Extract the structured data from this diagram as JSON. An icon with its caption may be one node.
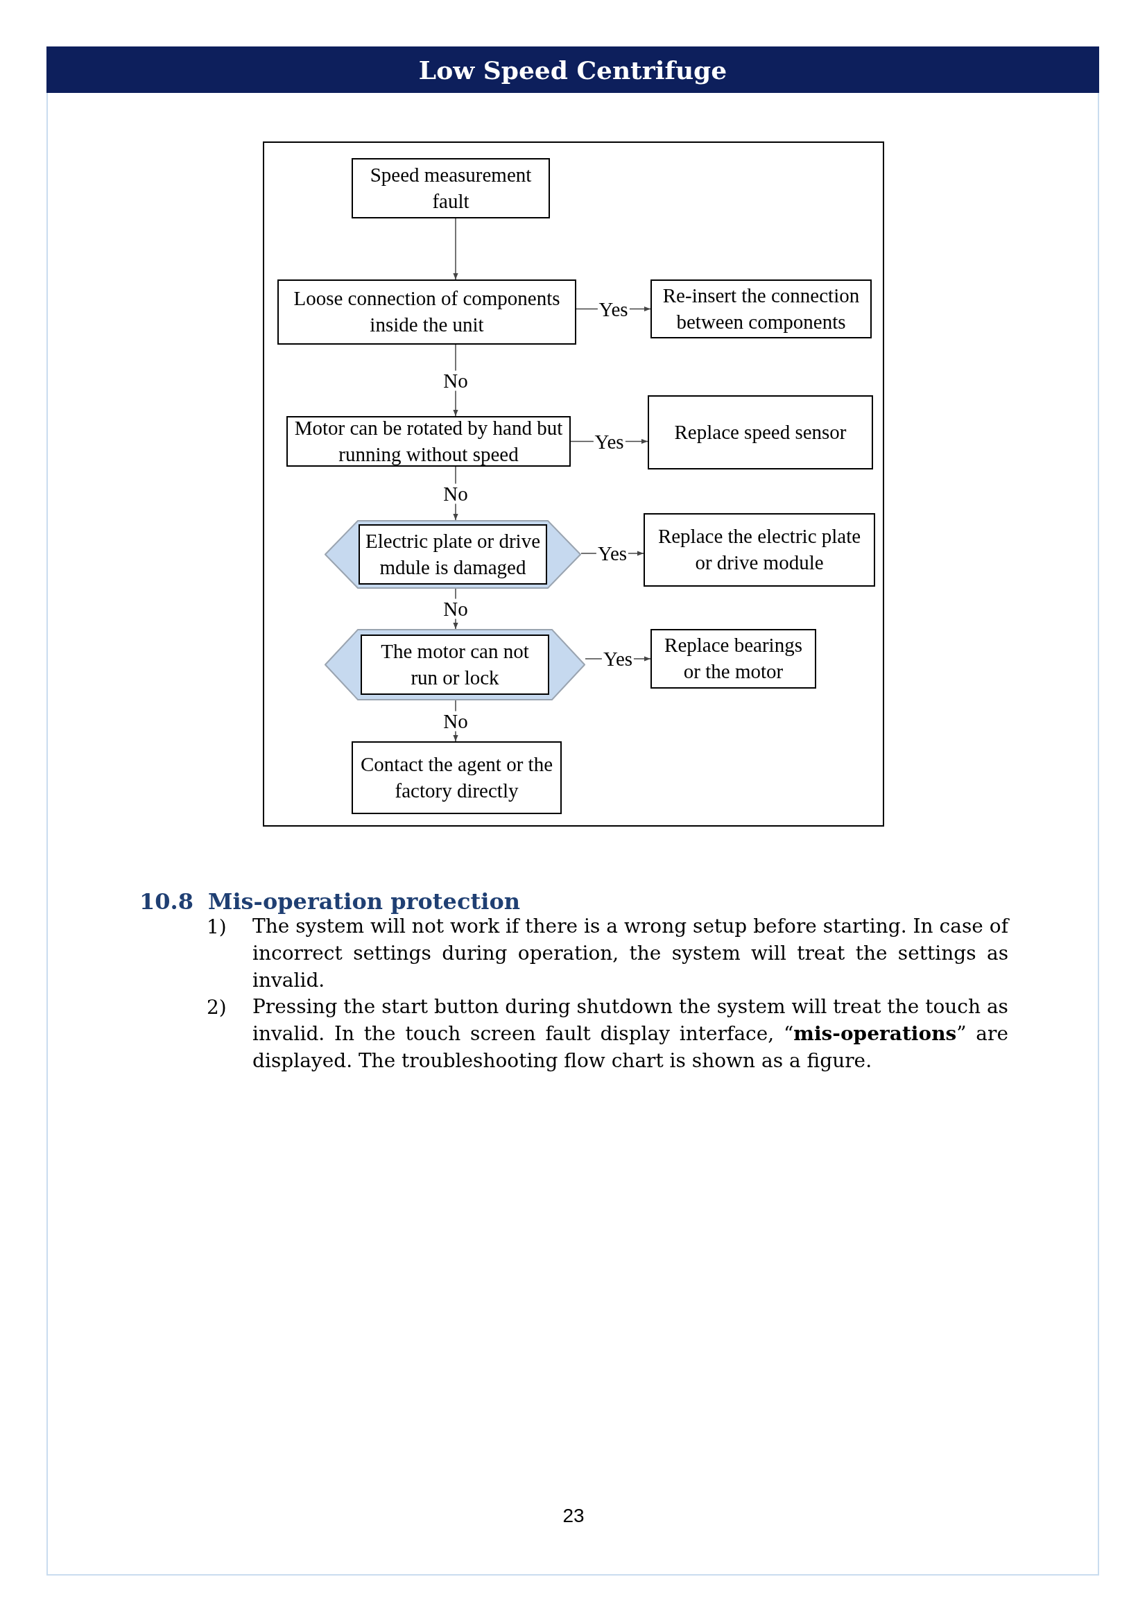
{
  "diagram": {
    "title": "Low Speed Centrifuge",
    "nodes": [
      {
        "text": [
          "Speed measurement fault"
        ]
      },
      {
        "text": [
          "Loose connection of components inside the unit"
        ]
      },
      {
        "text": [
          "Re-insert the connection between components"
        ]
      },
      {
        "text": [
          "Motor can be rotated by hand but running without speed"
        ]
      },
      {
        "text": [
          "Replace speed sensor"
        ]
      },
      {
        "text": [
          "Electric plate or drive mdule is damaged"
        ]
      },
      {
        "text": [
          "Replace the electric plate or drive module"
        ]
      },
      {
        "text": [
          "The motor can not run or lock"
        ]
      },
      {
        "text": [
          "Replace bearings or the motor"
        ]
      },
      {
        "text": [
          "Contact the agent or the factory directly"
        ]
      }
    ],
    "edges": [
      {
        "from": 0,
        "to": 1,
        "arrow": "to"
      },
      {
        "from": 1,
        "to": 2,
        "arrow": "to",
        "label": "Yes"
      },
      {
        "from": 1,
        "to": 3,
        "arrow": "to",
        "label": "No"
      },
      {
        "from": 3,
        "to": 4,
        "arrow": "to",
        "label": "Yes"
      },
      {
        "from": 3,
        "to": 5,
        "arrow": "to",
        "label": "No"
      },
      {
        "from": 5,
        "to": 6,
        "arrow": "to",
        "label": "Yes"
      },
      {
        "from": 5,
        "to": 7,
        "arrow": "to",
        "label": "No"
      },
      {
        "from": 7,
        "to": 8,
        "arrow": "to",
        "label": "Yes"
      },
      {
        "from": 7,
        "to": 9,
        "arrow": "to",
        "label": "No"
      }
    ],
    "labels": [
      "10.8",
      "Mis-operation protection",
      "1)",
      "The system will not work if there is a wrong setup before starting. In case of incorrect settings during operation, the system will treat the settings as invalid.",
      "2)",
      "Pressing the start button during shutdown the system will treat the touch as invalid. In the touch screen fault display interface, “**mis-operations**” are displayed. The troubleshooting flow chart is shown as a figure.",
      "23"
    ]
  }
}
